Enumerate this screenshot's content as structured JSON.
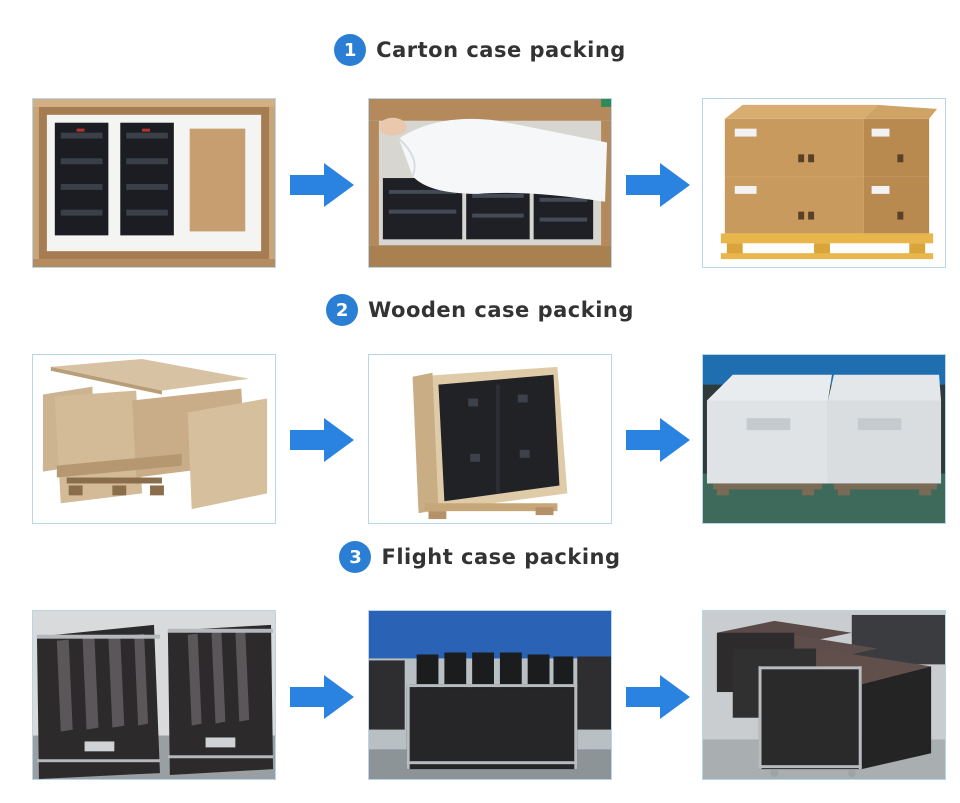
{
  "sections": [
    {
      "number": "1",
      "title": "Carton case packing"
    },
    {
      "number": "2",
      "title": "Wooden case packing"
    },
    {
      "number": "3",
      "title": "Flight case packing"
    }
  ],
  "colors": {
    "badge": "#2a7fd4",
    "arrow": "#2a83e0",
    "title_text": "#333333",
    "photo_border": "#b9d6e6"
  },
  "icons": {
    "arrow": "right-arrow-icon"
  }
}
